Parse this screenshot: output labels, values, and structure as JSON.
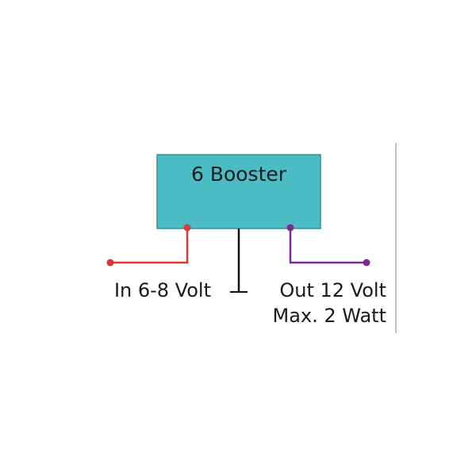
{
  "booster": {
    "title": "6 Booster",
    "fill_color": "#4bbcc4",
    "border_color": "#3a8d96"
  },
  "input": {
    "label": "In 6-8 Volt",
    "wire_color": "#d63a36"
  },
  "output": {
    "line1": "Out 12 Volt",
    "line2": "Max. 2 Watt",
    "wire_color": "#7b2c91"
  },
  "ground": {
    "wire_color": "#111111"
  }
}
